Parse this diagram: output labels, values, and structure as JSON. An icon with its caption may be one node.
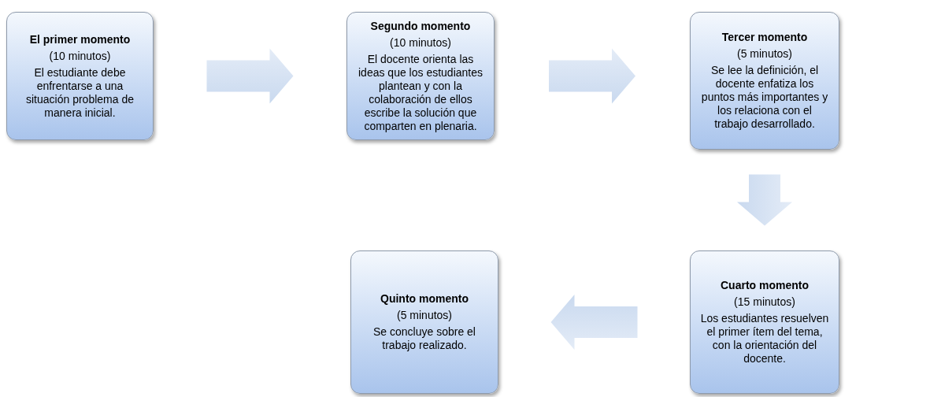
{
  "diagram": {
    "nodes": [
      {
        "text": [
          "El primer momento",
          "(10 minutos)",
          "El estudiante debe enfrentarse a una situación problema de manera inicial."
        ]
      },
      {
        "text": [
          "Segundo momento",
          "(10 minutos)",
          "El docente orienta las ideas que los estudiantes plantean y con la colaboración de ellos escribe la solución que comparten en plenaria."
        ]
      },
      {
        "text": [
          "Tercer momento",
          "(5 minutos)",
          "Se lee la definición, el docente enfatiza los puntos más importantes y los relaciona con el trabajo desarrollado."
        ]
      },
      {
        "text": [
          "Cuarto momento",
          "(15 minutos)",
          "Los estudiantes resuelven el primer ítem del tema, con la orientación del docente."
        ]
      },
      {
        "text": [
          "Quinto momento",
          "(5 minutos)",
          "Se concluye sobre el trabajo realizado."
        ]
      }
    ],
    "edges": [
      {
        "from": 0,
        "to": 1,
        "arrow": "to"
      },
      {
        "from": 1,
        "to": 2,
        "arrow": "to"
      },
      {
        "from": 2,
        "to": 3,
        "arrow": "to"
      },
      {
        "from": 3,
        "to": 4,
        "arrow": "to"
      }
    ]
  }
}
